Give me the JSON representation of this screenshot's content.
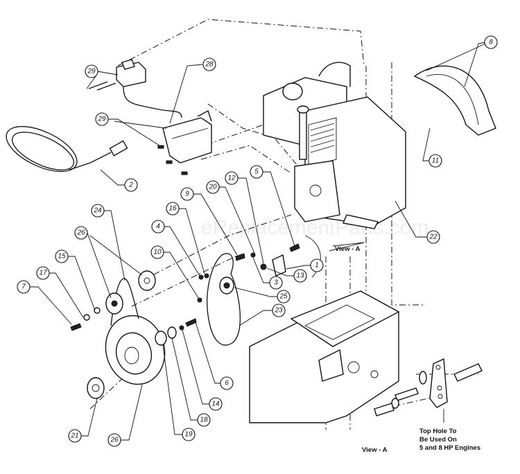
{
  "watermark": "eReplacementParts.com",
  "view_label_top": "View - A",
  "view_label_bottom": "View - A",
  "note_lines": [
    "Top Hole To",
    "Be Used On",
    "5 and 8 HP Engines"
  ],
  "callouts": {
    "c29a": "29",
    "c28": "28",
    "c29b": "29",
    "c2": "2",
    "c24": "24",
    "c26a": "26",
    "c15": "15",
    "c17": "17",
    "c7": "7",
    "c16": "16",
    "c4": "4",
    "c10": "10",
    "c9": "9",
    "c20": "20",
    "c12": "12",
    "c5": "5",
    "c1": "1",
    "c3": "3",
    "c13": "13",
    "c25": "25",
    "c23": "23",
    "c6": "6",
    "c14": "14",
    "c18": "18",
    "c19": "19",
    "c26b": "26",
    "c21": "21",
    "c22": "22",
    "c8": "8",
    "c11": "11"
  }
}
